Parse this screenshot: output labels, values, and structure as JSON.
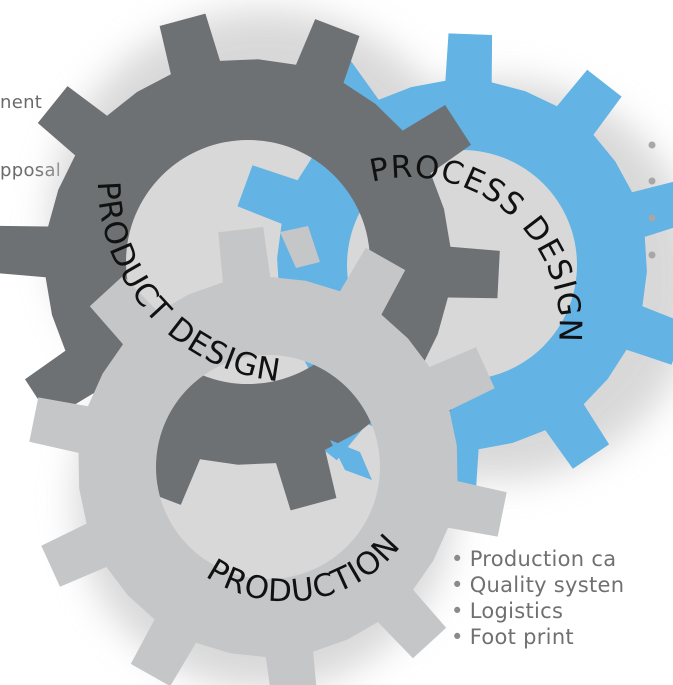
{
  "gears": {
    "product_design": {
      "label": "PRODUCT DESIGN",
      "color": "#6d7173"
    },
    "process_design": {
      "label": "PROCESS DESIGN",
      "color": "#63b3e4"
    },
    "production": {
      "label": "PRODUCTION",
      "color": "#c5c6c7"
    }
  },
  "left_text": {
    "line1": "nent",
    "line2": "pposal"
  },
  "production_items": [
    "Production ca",
    "Quality systen",
    "Logistics",
    "Foot print"
  ],
  "colors": {
    "text": "#6a6a6a",
    "accent_blue": "#63b3e4",
    "dark_gray": "#6d7173",
    "light_gray": "#c5c6c7"
  }
}
